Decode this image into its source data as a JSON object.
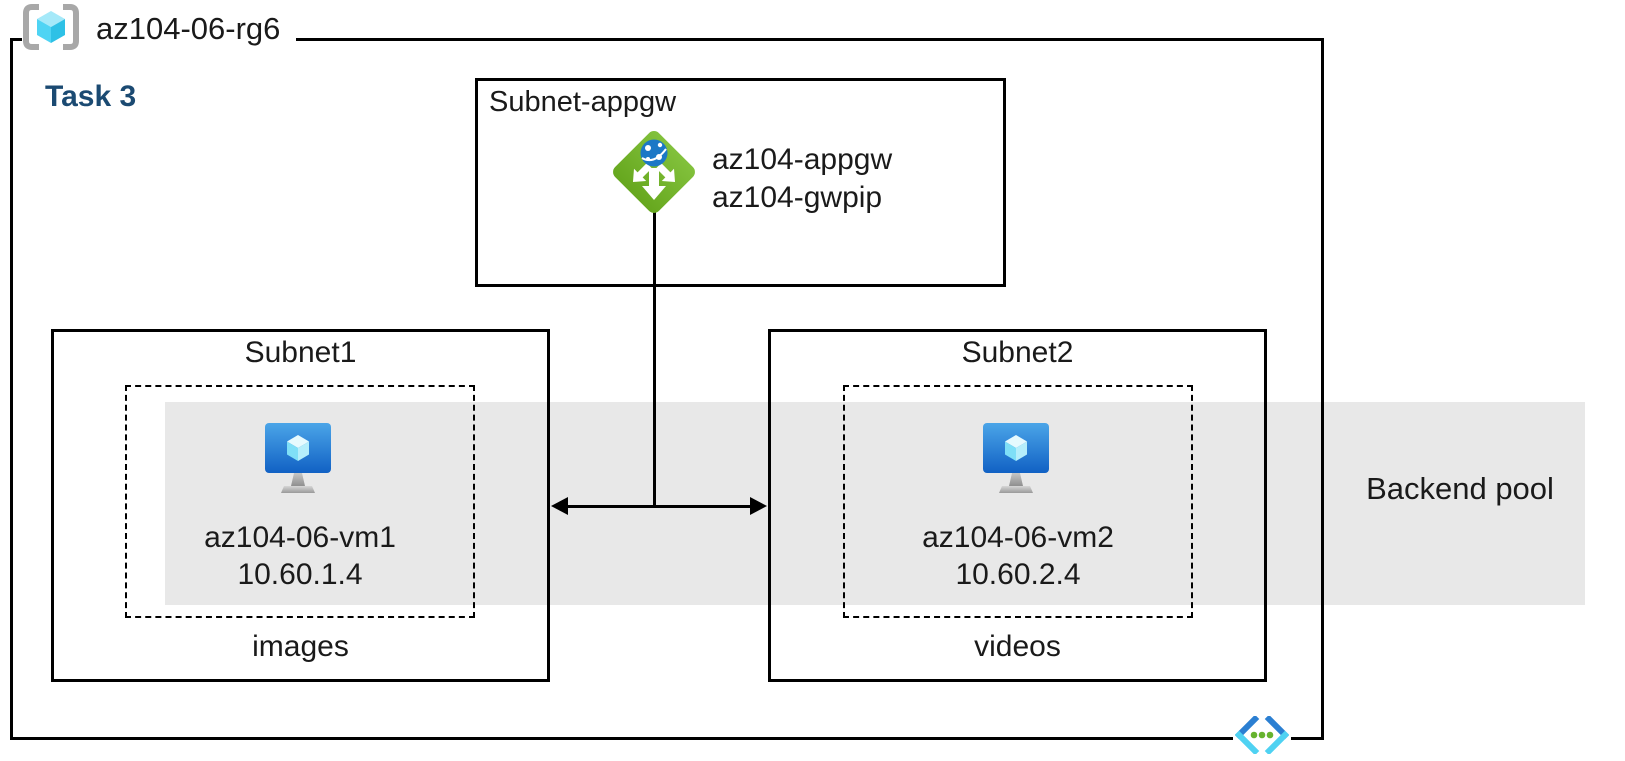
{
  "title": {
    "resource_group": "az104-06-rg6",
    "task": "Task 3"
  },
  "appgw_subnet": {
    "label": "Subnet-appgw",
    "gateway_name": "az104-appgw",
    "public_ip_name": "az104-gwpip"
  },
  "subnet1": {
    "label": "Subnet1",
    "vm_name": "az104-06-vm1",
    "vm_ip": "10.60.1.4",
    "container_label": "images"
  },
  "subnet2": {
    "label": "Subnet2",
    "vm_name": "az104-06-vm2",
    "vm_ip": "10.60.2.4",
    "container_label": "videos"
  },
  "backend_pool": {
    "label": "Backend pool"
  },
  "icons": {
    "resource_group": "resource-group-brackets-cube",
    "application_gateway": "green-diamond-arrows-globe",
    "virtual_machine": "blue-monitor-cube",
    "virtual_network": "chevrons-dots"
  },
  "colors": {
    "backend_pool_band": "#e8e8e8",
    "task_heading": "#1b4a72",
    "border": "#000000",
    "appgw_green": "#72b32a",
    "appgw_globe_blue": "#1c78c6",
    "vm_screen_blue": "#1565c8",
    "cube_cyan": "#50d7f2",
    "vnet_chevron_blue": "#2b7fd2",
    "vnet_chevron_cyan": "#4fd2f2",
    "vnet_dot_green": "#66b32e",
    "bracket_gray": "#a8a8a8"
  }
}
